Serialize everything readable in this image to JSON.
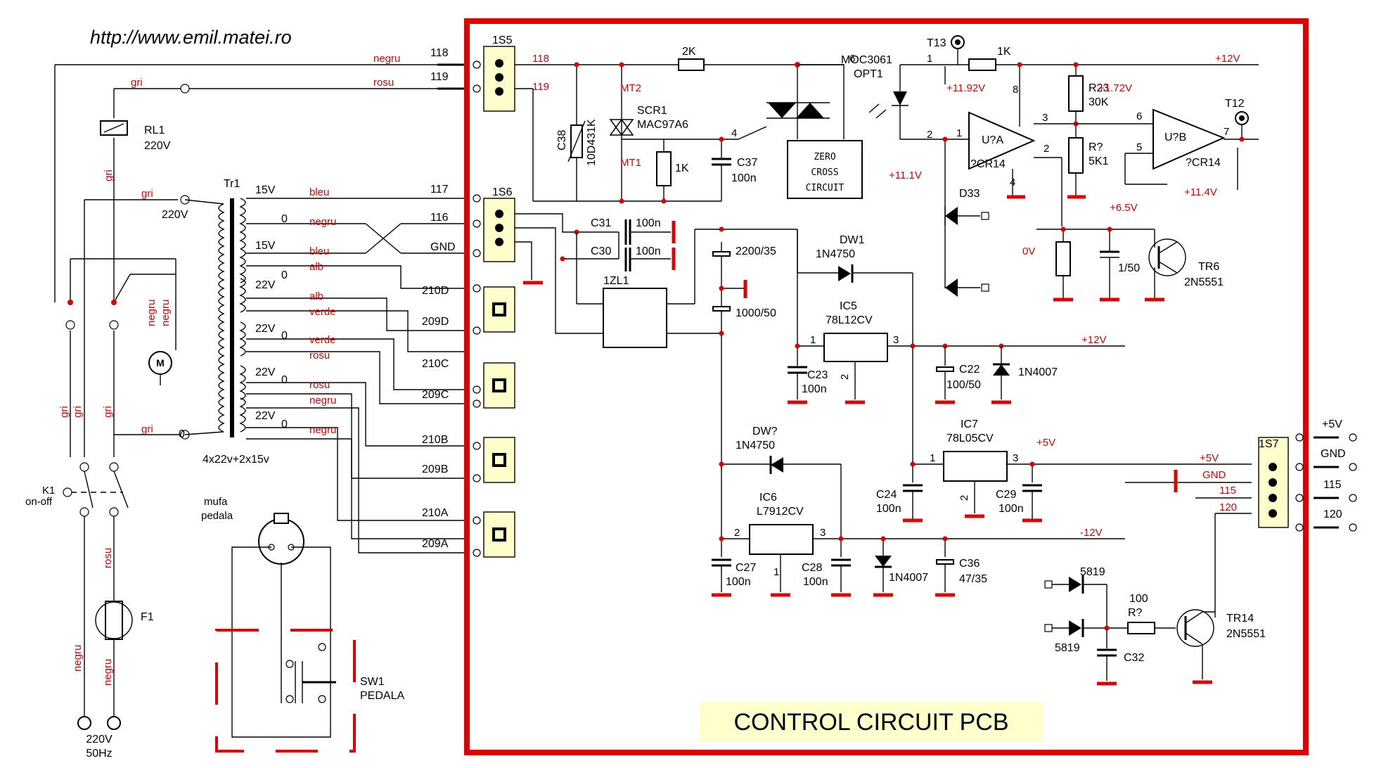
{
  "url": "http://www.emil.matei.ro",
  "title": "CONTROL CIRCUIT PCB",
  "colors": {
    "board": "#e00000",
    "wire_label": "#e00000",
    "title_bg": "#ffffcc"
  },
  "connectors": {
    "s5": "1S5",
    "s6": "1S6",
    "s7": "1S7"
  },
  "pins": {
    "p118": "118",
    "p119": "119",
    "p117": "117",
    "p116": "116",
    "gnd": "GND",
    "p210d": "210D",
    "p209d": "209D",
    "p210c": "210C",
    "p209c": "209C",
    "p210b": "210B",
    "p209b": "209B",
    "p210a": "210A",
    "p209a": "209A",
    "p5v": "+5V",
    "p115": "115",
    "p120": "120"
  },
  "wires": {
    "negru": "negru",
    "rosu": "rosu",
    "gri": "gri",
    "bleu": "bleu",
    "alb": "alb",
    "verde": "verde"
  },
  "relay": {
    "name": "RL1",
    "value": "220V"
  },
  "transformer": {
    "name": "Tr1",
    "spec": "4x22v+2x15v",
    "v220": "220V",
    "v15": "15V",
    "v22": "22V",
    "zero": "0"
  },
  "switch_k1": {
    "name": "K1",
    "type": "on-off"
  },
  "fuse": {
    "name": "F1"
  },
  "mains": {
    "voltage": "220V",
    "freq": "50Hz"
  },
  "pedal": {
    "socket": "mufa",
    "socket2": "pedala",
    "sw": "SW1",
    "sw2": "PEDALA"
  },
  "triac_section": {
    "net118": "118",
    "net119": "119",
    "r2k": "2K",
    "n6": "6",
    "n4": "4",
    "mt2": "MT2",
    "mt1": "MT1",
    "scr": "SCR1",
    "scr_part": "MAC97A6",
    "c38": "C38",
    "c38v": "10D431K",
    "r1k": "1K",
    "c37": "C37",
    "c37v": "100n",
    "zc1": "ZERO",
    "zc2": "CROSS",
    "zc3": "CIRCUIT",
    "moc": "MOC3061",
    "opt": "OPT1",
    "n1": "1",
    "n2": "2"
  },
  "opamp": {
    "t13": "T13",
    "t12": "T12",
    "r1k": "1K",
    "v12": "+12V",
    "v1192": "+11.92V",
    "v172": "+1.72V",
    "r23": "R23",
    "r23v": "30K",
    "rq": "R?",
    "rqv": "5K1",
    "ua": "U?A",
    "ub": "U?B",
    "cr14": "?CR14",
    "v111": "+11.1V",
    "v114": "+11.4V",
    "v65": "+6.5V",
    "d33": "D33",
    "v0": "0V",
    "c150": "1/50",
    "tr6": "TR6",
    "tr6p": "2N5551",
    "n1": "1",
    "n2": "2",
    "n3": "3",
    "n4": "4",
    "n5": "5",
    "n6": "6",
    "n7": "7",
    "n8": "8"
  },
  "supply": {
    "c31": "C31",
    "c30": "C30",
    "c100n": "100n",
    "zl1": "1ZL1",
    "c2200": "2200/35",
    "c1000": "1000/50",
    "dw1": "DW1",
    "dw1p": "1N4750",
    "ic5": "IC5",
    "ic5p": "78L12CV",
    "c23": "C23",
    "c22": "C22",
    "c22v": "100/50",
    "d4007": "1N4007",
    "v12": "+12V",
    "dwq": "DW?",
    "ic7": "IC7",
    "ic7p": "78L05CV",
    "v5": "+5V",
    "c24": "C24",
    "c29": "C29",
    "ic6": "IC6",
    "ic6p": "L7912CV",
    "c27": "C27",
    "c28": "C28",
    "c36": "C36",
    "c36v": "47/35",
    "vm12": "-12V",
    "n1": "1",
    "n2": "2",
    "n3": "3"
  },
  "output": {
    "d5819": "5819",
    "rq": "R?",
    "r100": "100",
    "c32": "C32",
    "tr14": "TR14",
    "tr14p": "2N5551",
    "gnd": "GND",
    "v5": "+5V",
    "n115": "115",
    "n120": "120"
  }
}
